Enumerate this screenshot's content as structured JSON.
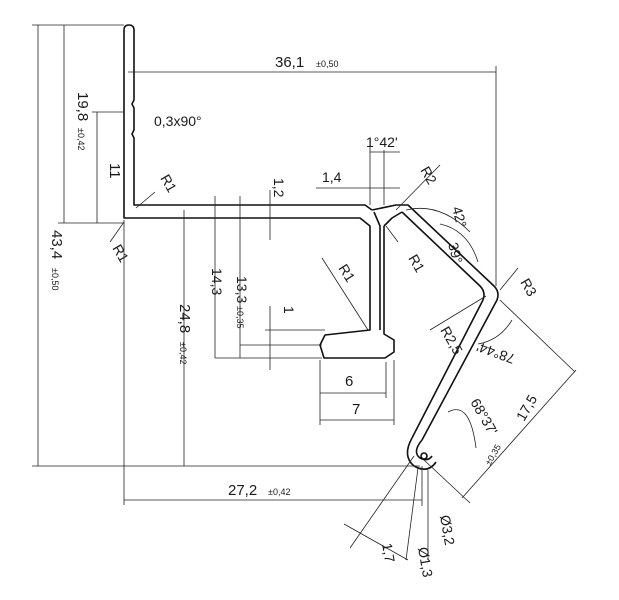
{
  "dimensions": {
    "width_total": "36,1",
    "width_total_tol": "±0,50",
    "height_total": "43,4",
    "height_total_tol": "±0,50",
    "lip_height": "19,8",
    "lip_height_tol": "±0,42",
    "lip_inner": "11",
    "chamfer": "0,3x90°",
    "radius_r1": "R1",
    "radius_r2": "R2",
    "radius_r25": "R2,5",
    "radius_r3": "R3",
    "rib_thickness": "1,4",
    "rib_angle": "1°42'",
    "web_thickness": "1,2",
    "height_143": "14,3",
    "height_133": "13,3",
    "height_133_tol": "±0,35",
    "height_248": "24,8",
    "height_248_tol": "±0,42",
    "foot_thickness": "1",
    "foot_6": "6",
    "foot_7": "7",
    "angle_42": "42°",
    "angle_39": "39°",
    "angle_7844": "78°44'",
    "angle_6837": "68°37'",
    "leg_175": "17,5",
    "leg_175_tol": "±0,35",
    "base_272": "27,2",
    "base_272_tol": "±0,42",
    "dia_32": "Ø3,2",
    "dia_13": "Ø1,3",
    "gap_17": "1,7"
  }
}
